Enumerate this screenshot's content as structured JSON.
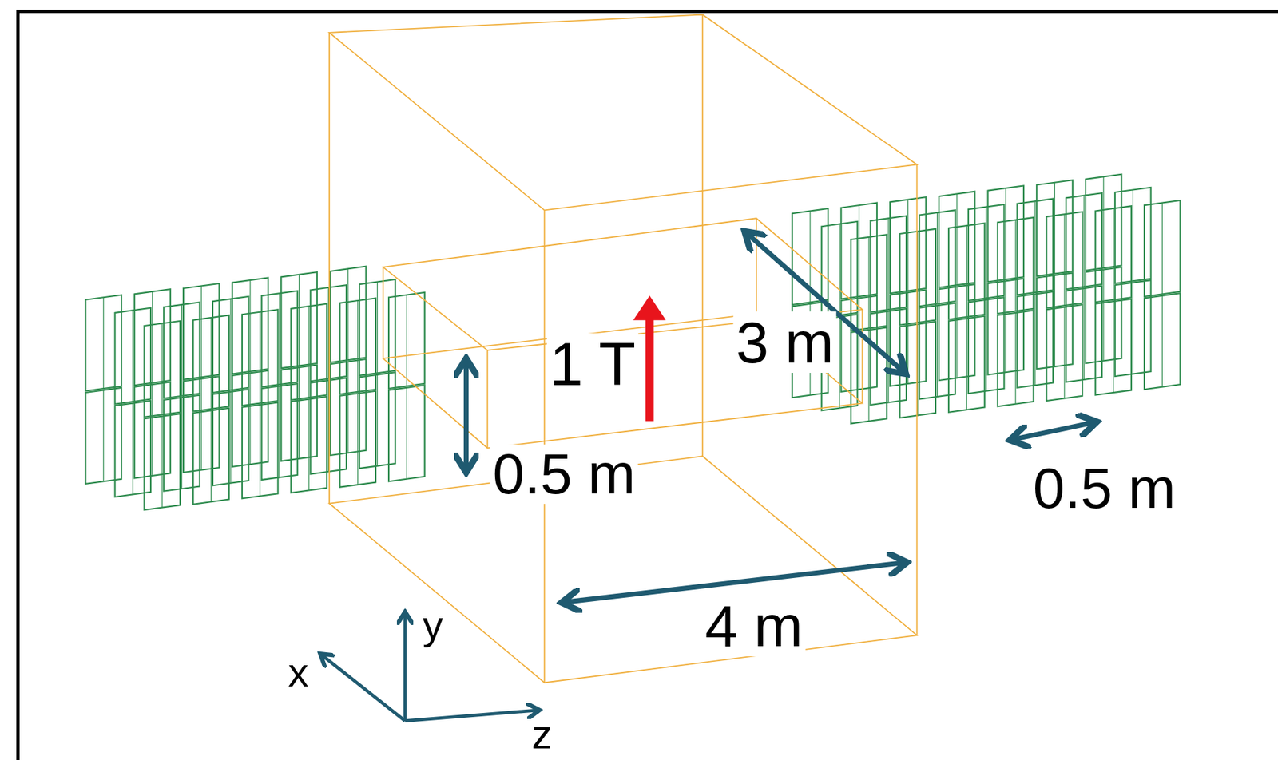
{
  "diagram": {
    "labels": [
      "1 T",
      "3 m",
      "0.5 m",
      "4 m",
      "0.5 m",
      "y",
      "x",
      "z"
    ]
  }
}
